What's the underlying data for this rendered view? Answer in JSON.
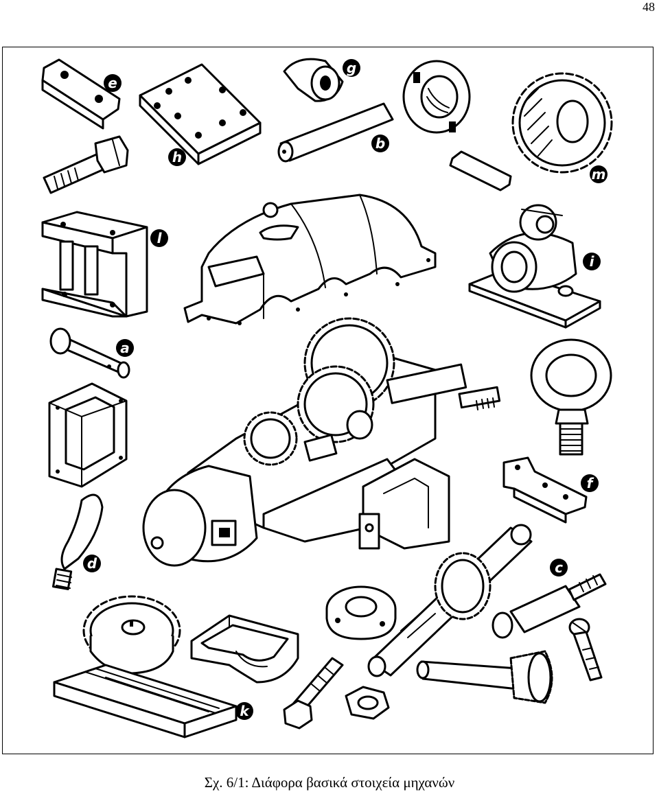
{
  "page_number": "48",
  "caption": "Σχ. 6/1: Διάφορα βασικά στοιχεία μηχανών",
  "labels": {
    "e": "e",
    "h": "h",
    "g": "g",
    "b": "b",
    "m": "m",
    "l": "l",
    "i": "i",
    "a": "a",
    "f": "f",
    "d": "d",
    "c": "c",
    "k": "k"
  }
}
